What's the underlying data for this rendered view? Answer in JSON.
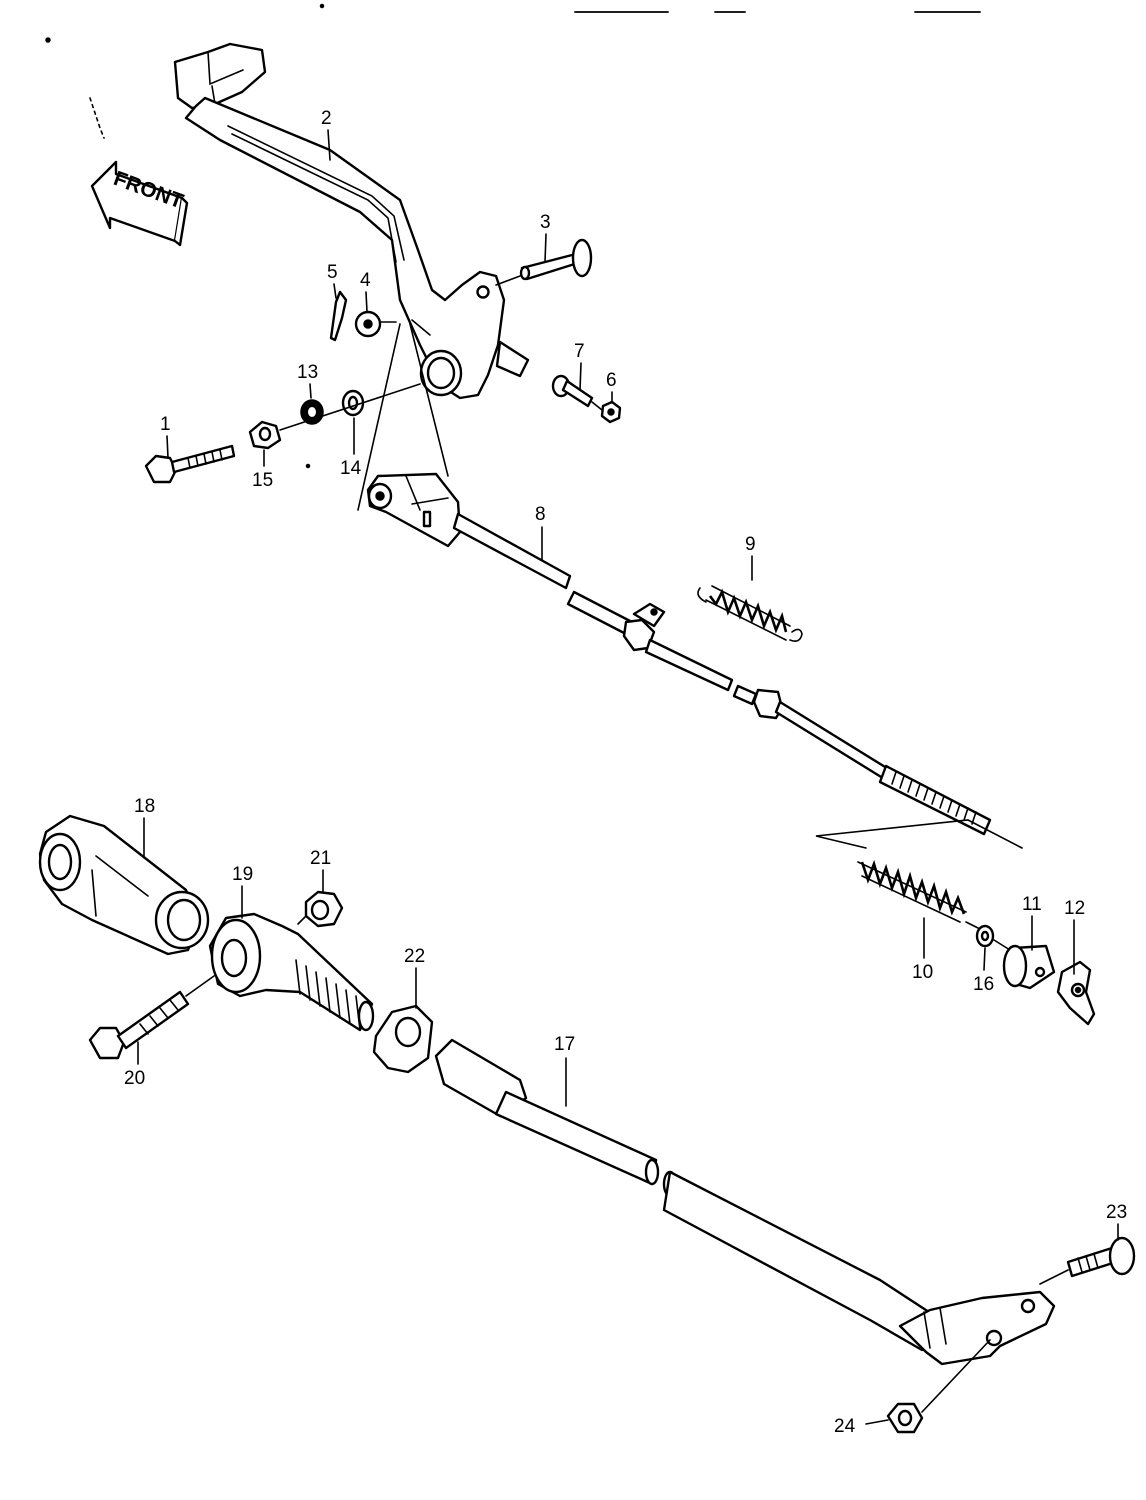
{
  "front_label": "FRONT",
  "callouts": {
    "c1": "1",
    "c2": "2",
    "c3": "3",
    "c4": "4",
    "c5": "5",
    "c6": "6",
    "c7": "7",
    "c8": "8",
    "c9": "9",
    "c10": "10",
    "c11": "11",
    "c12": "12",
    "c13": "13",
    "c14": "14",
    "c15": "15",
    "c16": "16",
    "c17": "17",
    "c18": "18",
    "c19": "19",
    "c20": "20",
    "c21": "21",
    "c22": "22",
    "c23": "23",
    "c24": "24"
  },
  "colors": {
    "ink": "#000000",
    "paper": "#ffffff"
  }
}
